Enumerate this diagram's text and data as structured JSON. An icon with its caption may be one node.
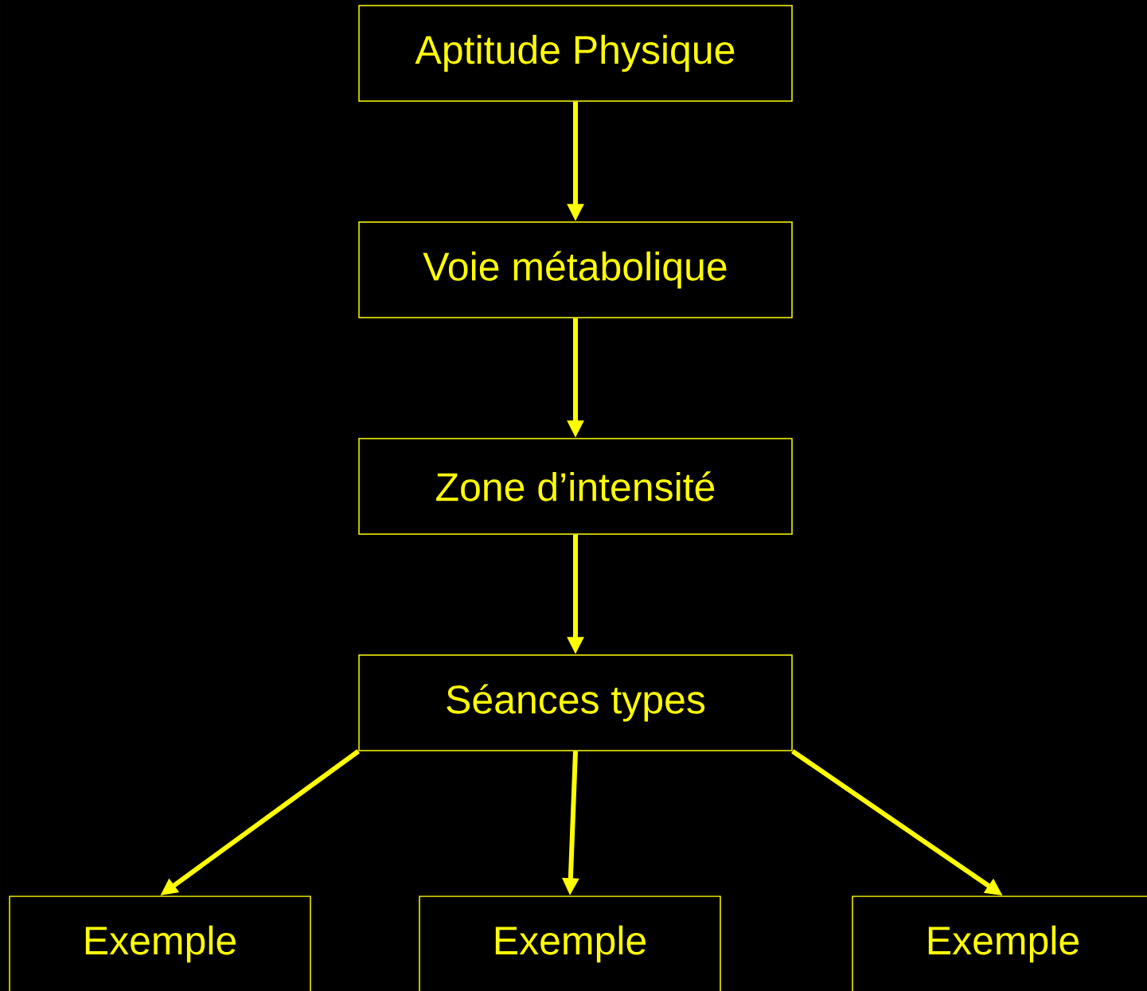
{
  "diagram": {
    "nodes": [
      {
        "text": [
          "Aptitude Physique"
        ]
      },
      {
        "text": [
          "Voie métabolique"
        ]
      },
      {
        "text": [
          "Zone d’intensité"
        ]
      },
      {
        "text": [
          "Séances types"
        ]
      },
      {
        "text": [
          "Exemple"
        ]
      },
      {
        "text": [
          "Exemple"
        ]
      },
      {
        "text": [
          "Exemple"
        ]
      }
    ],
    "edges": [
      {
        "from": 0,
        "to": 1,
        "arrow": "to"
      },
      {
        "from": 1,
        "to": 2,
        "arrow": "to"
      },
      {
        "from": 2,
        "to": 3,
        "arrow": "to"
      },
      {
        "from": 3,
        "to": 4,
        "arrow": "to"
      },
      {
        "from": 3,
        "to": 5,
        "arrow": "to"
      },
      {
        "from": 3,
        "to": 6,
        "arrow": "to"
      }
    ]
  }
}
